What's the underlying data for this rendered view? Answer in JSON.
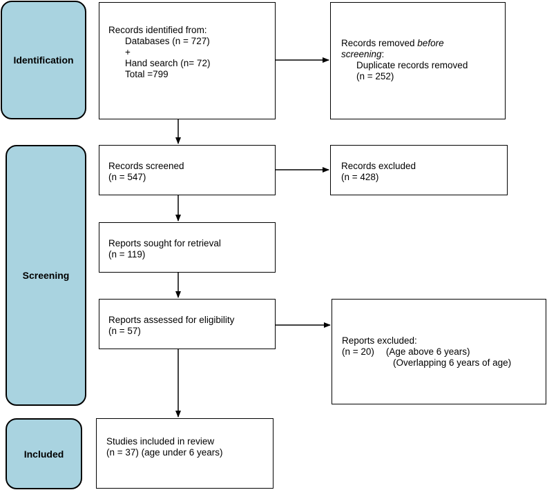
{
  "phases": {
    "identification": "Identification",
    "screening": "Screening",
    "included": "Included"
  },
  "boxes": {
    "identified": {
      "line1": "Records identified from:",
      "line2": "Databases (n = 727)",
      "line3": "+",
      "line4": "Hand search (n= 72)",
      "line5": "Total =799"
    },
    "removed": {
      "line1_prefix": "Records removed ",
      "line1_italic": "before",
      "line2_italic": "screening",
      "line2_suffix": ":",
      "line3": "Duplicate records removed",
      "line4": "(n = 252)"
    },
    "screened": {
      "line1": "Records screened",
      "line2": "(n = 547)"
    },
    "excluded": {
      "line1": "Records excluded",
      "line2": "(n = 428)"
    },
    "sought": {
      "line1": "Reports sought for retrieval",
      "line2": "(n = 119)"
    },
    "assessed": {
      "line1": "Reports assessed for eligibility",
      "line2": "(n = 57)"
    },
    "reports_excluded": {
      "line1": "Reports excluded:",
      "line2a": "(n = 20)",
      "line2b": "(Age above 6 years)",
      "line3": "(Overlapping 6 years of age)"
    },
    "included_studies": {
      "line1": "Studies included in review",
      "line2": "(n = 37) (age under 6 years)"
    }
  }
}
